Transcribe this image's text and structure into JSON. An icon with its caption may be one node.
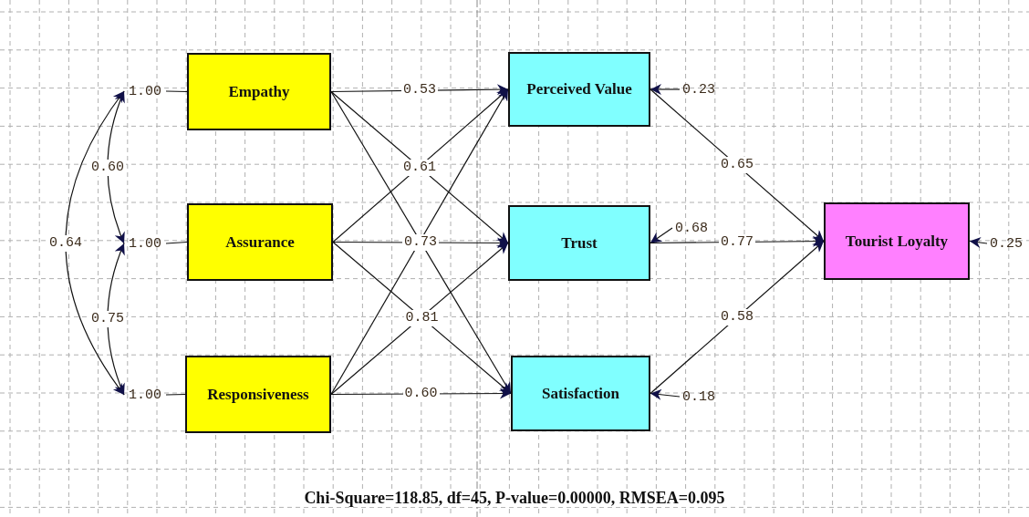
{
  "diagram": {
    "nodes": [
      {
        "text": [
          "1.00"
        ]
      },
      {
        "text": [
          "Empathy"
        ]
      },
      {
        "text": [
          "1.00"
        ]
      },
      {
        "text": [
          "Assurance"
        ]
      },
      {
        "text": [
          "1.00"
        ]
      },
      {
        "text": [
          "Responsiveness"
        ]
      },
      {
        "text": [
          "Perceived Value"
        ]
      },
      {
        "text": [
          "0.23"
        ]
      },
      {
        "text": [
          "Trust"
        ]
      },
      {
        "text": [
          "0.68"
        ]
      },
      {
        "text": [
          "Satisfaction"
        ]
      },
      {
        "text": [
          "0.18"
        ]
      },
      {
        "text": [
          "Tourist Loyalty"
        ]
      },
      {
        "text": [
          "0.25"
        ]
      }
    ],
    "edges": [
      {
        "from": 0,
        "to": 1,
        "arrow": "none"
      },
      {
        "from": 2,
        "to": 3,
        "arrow": "none"
      },
      {
        "from": 4,
        "to": 5,
        "arrow": "none"
      },
      {
        "from": 0,
        "to": 2,
        "arrow": "both",
        "label": "0.60"
      },
      {
        "from": 2,
        "to": 4,
        "arrow": "both",
        "label": "0.75"
      },
      {
        "from": 0,
        "to": 4,
        "arrow": "both",
        "label": "0.64"
      },
      {
        "from": 1,
        "to": 6,
        "arrow": "to",
        "label": "0.53"
      },
      {
        "from": 1,
        "to": 8,
        "arrow": "to",
        "label": "0.61"
      },
      {
        "from": 1,
        "to": 10,
        "arrow": "to"
      },
      {
        "from": 3,
        "to": 6,
        "arrow": "to"
      },
      {
        "from": 3,
        "to": 8,
        "arrow": "to",
        "label": "0.73"
      },
      {
        "from": 3,
        "to": 10,
        "arrow": "to",
        "label": "0.81"
      },
      {
        "from": 5,
        "to": 6,
        "arrow": "to"
      },
      {
        "from": 5,
        "to": 8,
        "arrow": "to"
      },
      {
        "from": 5,
        "to": 10,
        "arrow": "to",
        "label": "0.60"
      },
      {
        "from": 7,
        "to": 6,
        "arrow": "to"
      },
      {
        "from": 9,
        "to": 8,
        "arrow": "to"
      },
      {
        "from": 11,
        "to": 10,
        "arrow": "to"
      },
      {
        "from": 13,
        "to": 12,
        "arrow": "to"
      },
      {
        "from": 6,
        "to": 12,
        "arrow": "to",
        "label": "0.65"
      },
      {
        "from": 8,
        "to": 12,
        "arrow": "to",
        "label": "0.77"
      },
      {
        "from": 10,
        "to": 12,
        "arrow": "to",
        "label": "0.58"
      }
    ],
    "labels": [
      "Chi-Square=118.85, df=45, P-value=0.00000, RMSEA=0.095"
    ]
  }
}
